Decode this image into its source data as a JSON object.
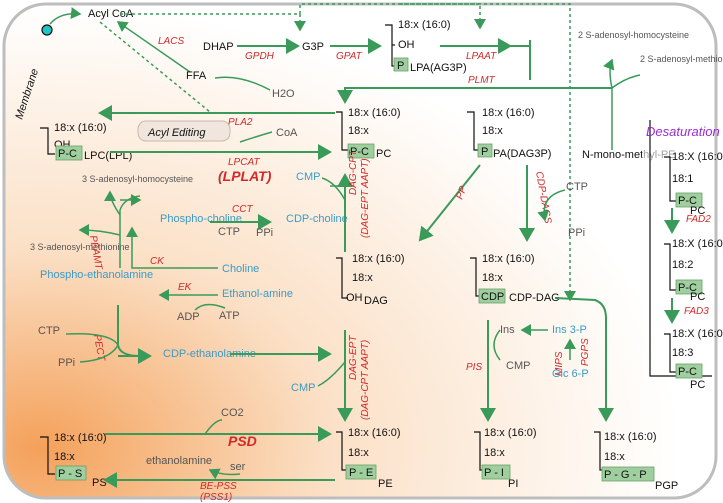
{
  "membrane": "Membrane",
  "acyl_coa": "Acyl CoA",
  "lacs": "LACS",
  "ffa": "FFA",
  "h2o": "H2O",
  "pla2": "PLA2",
  "coa": "CoA",
  "acyl_editing": "Acyl Editing",
  "dhap": "DHAP",
  "gpdh": "GPDH",
  "g3p": "G3P",
  "gpat": "GPAT",
  "lpaat": "LPAAT",
  "plmt": "PLMT",
  "chain_18x_16": "18:x (16:0)",
  "chain_18x": "18:x",
  "oh": "OH",
  "lpa": "LPA(AG3P)",
  "lpc": "LPC(LPL)",
  "lpcat": "LPCAT",
  "lplat": "(LPLAT)",
  "pc": "PC",
  "pa": "PA(DAG3P)",
  "p_label": "P",
  "pc_box": "P-C",
  "pe_box": "P - E",
  "ps_box": "P - S",
  "pi_box": "P - I",
  "pgp_box": "P - G - P",
  "cdp_box": "CDP",
  "sam_homocysteine": "2 S-adenosyl-homocysteine",
  "sam_methionine": "2 S-adenosyl-methionin",
  "nmme_pe": "N-mono-methyl-PE",
  "desaturation": "Desaturation",
  "d_18x": "18:X (16:0)",
  "d_181": "18:1",
  "d_182": "18:2",
  "d_183": "18:3",
  "fad2": "FAD2",
  "fad3": "FAD3",
  "cmp": "CMP",
  "ctp": "CTP",
  "ppi": "PPi",
  "cct": "CCT",
  "phosphocholine": "Phospho-choline",
  "cdp_choline": "CDP-choline",
  "dag_cpt": "DAG-CPT",
  "dag_ept_aapt": "(DAG-EPT AAPT)",
  "choline": "Choline",
  "ck": "CK",
  "ethanolamine": "Ethanol-amine",
  "ek": "EK",
  "adp": "ADP",
  "atp": "ATP",
  "phosphoethanolamine": "Phospho-ethanolamine",
  "peamt": "PEAMT",
  "pect": "PECT",
  "cdp_ethanolamine": "CDP-ethanolamine",
  "s3_homocysteine": "3 S-adenosyl-homocysteine",
  "s3_methionine": "3 S-adenosyl-methionine",
  "pp": "PP",
  "cdp_dags": "CDP-DAGS",
  "dag": "DAG",
  "cdp_dag": "CDP-DAG",
  "dag_ept": "DAG-EPT",
  "dag_cpt_aapt": "(DAG-CPT AAPT)",
  "pis": "PIS",
  "ins": "Ins",
  "ins3p": "Ins 3-P",
  "mips": "MIPS",
  "glc6p": "Glc 6-P",
  "pgps": "PGPS",
  "co2": "CO2",
  "psd": "PSD",
  "ethanolamine_lc": "ethanolamine",
  "ser": "ser",
  "be_pss": "BE-PSS",
  "pss1": "(PSS1)",
  "ps": "PS",
  "pe": "PE",
  "pi": "PI",
  "pgp": "PGP"
}
